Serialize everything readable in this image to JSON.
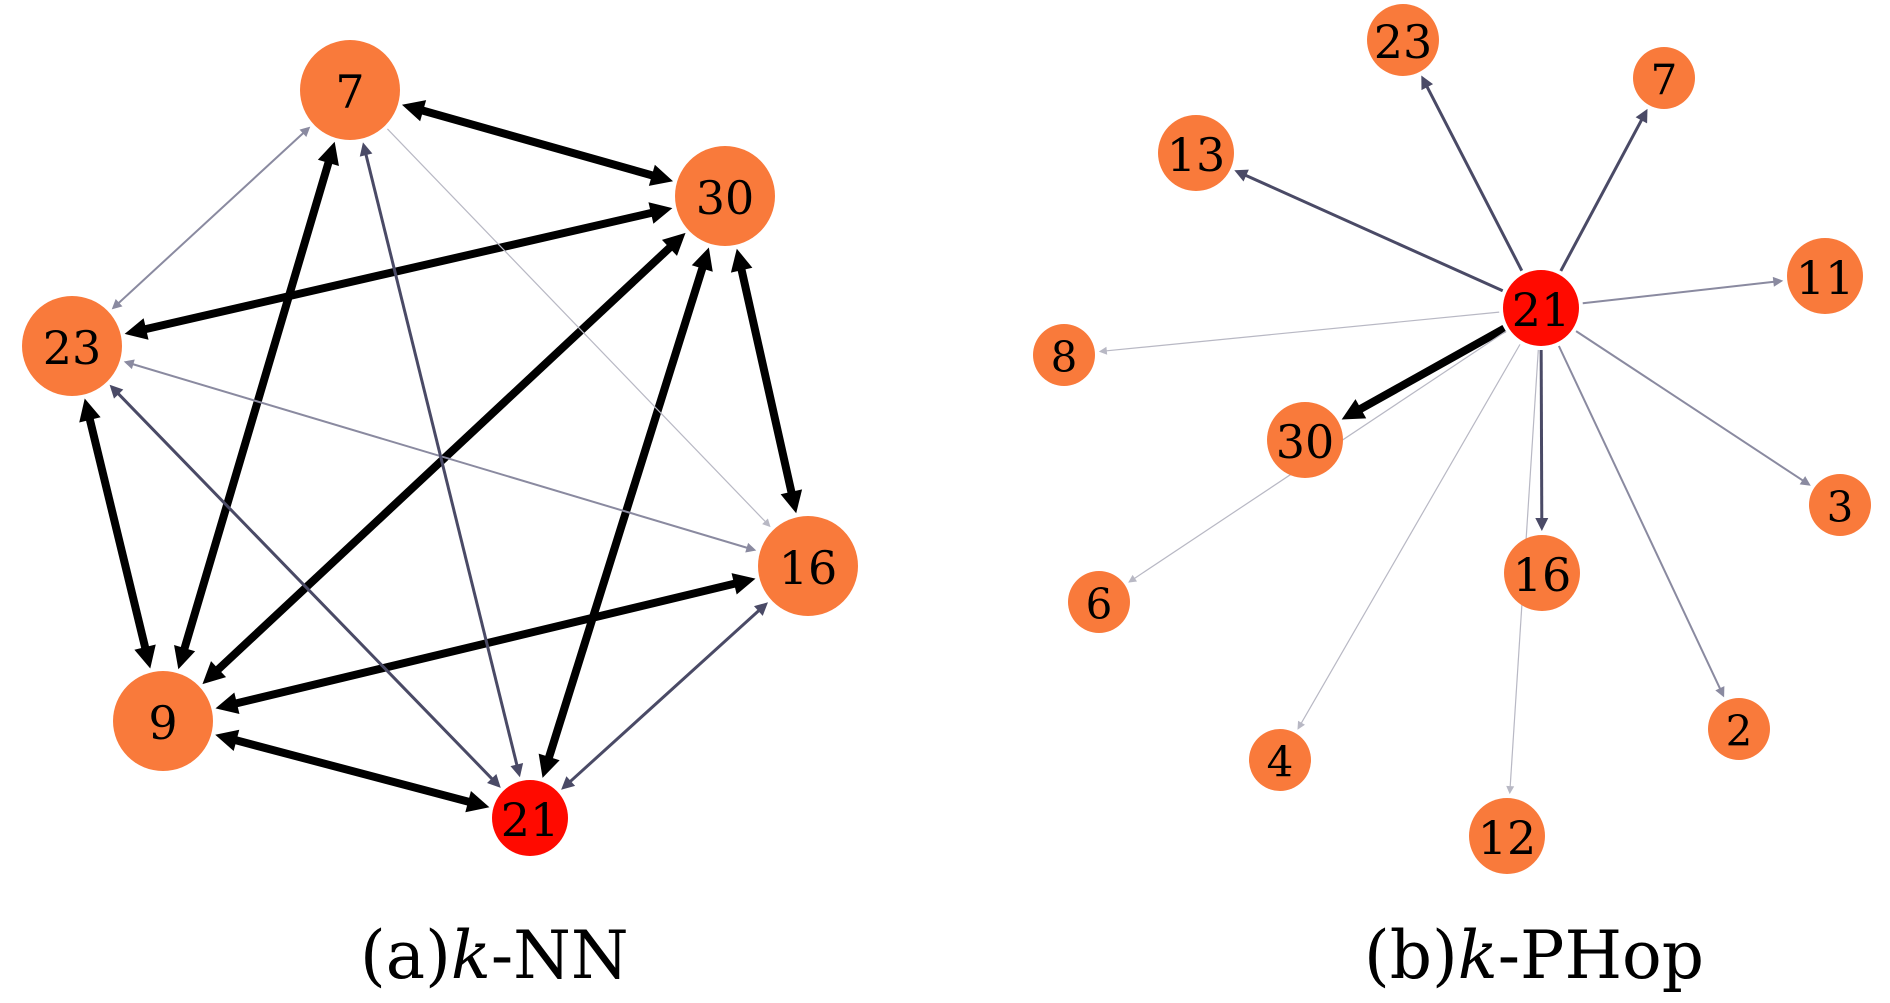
{
  "colors": {
    "node_default": "#F97A3B",
    "node_query": "#FF0A00",
    "edge_strong": "#000000",
    "edge_medium": "#4A4A66",
    "edge_weak": "#8A8AA0",
    "edge_faint": "#B8B8C4"
  },
  "panels": [
    {
      "id": "knn",
      "caption": {
        "prefix": "(a) ",
        "k": "k",
        "suffix": "-NN"
      },
      "nodes": [
        {
          "id": "7",
          "label": "7",
          "query": false
        },
        {
          "id": "30",
          "label": "30",
          "query": false
        },
        {
          "id": "23",
          "label": "23",
          "query": false
        },
        {
          "id": "16",
          "label": "16",
          "query": false
        },
        {
          "id": "9",
          "label": "9",
          "query": false
        },
        {
          "id": "21",
          "label": "21",
          "query": true
        }
      ],
      "edges": [
        {
          "from": "7",
          "to": "30",
          "style": "strong",
          "bidirectional": true
        },
        {
          "from": "23",
          "to": "30",
          "style": "strong",
          "bidirectional": true
        },
        {
          "from": "30",
          "to": "16",
          "style": "strong",
          "bidirectional": true
        },
        {
          "from": "9",
          "to": "30",
          "style": "strong",
          "bidirectional": true
        },
        {
          "from": "21",
          "to": "30",
          "style": "strong",
          "bidirectional": true
        },
        {
          "from": "9",
          "to": "7",
          "style": "strong",
          "bidirectional": true
        },
        {
          "from": "23",
          "to": "9",
          "style": "strong",
          "bidirectional": true
        },
        {
          "from": "9",
          "to": "16",
          "style": "strong",
          "bidirectional": true
        },
        {
          "from": "9",
          "to": "21",
          "style": "strong",
          "bidirectional": true
        },
        {
          "from": "7",
          "to": "23",
          "style": "weak",
          "bidirectional": true
        },
        {
          "from": "7",
          "to": "16",
          "style": "faint",
          "bidirectional": false
        },
        {
          "from": "23",
          "to": "16",
          "style": "weak",
          "bidirectional": true
        },
        {
          "from": "23",
          "to": "21",
          "style": "medium",
          "bidirectional": true
        },
        {
          "from": "7",
          "to": "21",
          "style": "medium",
          "bidirectional": true
        },
        {
          "from": "21",
          "to": "16",
          "style": "medium",
          "bidirectional": true
        }
      ]
    },
    {
      "id": "kphop",
      "caption": {
        "prefix": "(b) ",
        "k": "k",
        "suffix": "-PHop"
      },
      "nodes": [
        {
          "id": "21",
          "label": "21",
          "query": true
        },
        {
          "id": "23",
          "label": "23",
          "query": false
        },
        {
          "id": "7",
          "label": "7",
          "query": false
        },
        {
          "id": "13",
          "label": "13",
          "query": false
        },
        {
          "id": "11",
          "label": "11",
          "query": false
        },
        {
          "id": "8",
          "label": "8",
          "query": false
        },
        {
          "id": "30",
          "label": "30",
          "query": false
        },
        {
          "id": "3",
          "label": "3",
          "query": false
        },
        {
          "id": "6",
          "label": "6",
          "query": false
        },
        {
          "id": "16",
          "label": "16",
          "query": false
        },
        {
          "id": "2",
          "label": "2",
          "query": false
        },
        {
          "id": "4",
          "label": "4",
          "query": false
        },
        {
          "id": "12",
          "label": "12",
          "query": false
        }
      ],
      "edges": [
        {
          "from": "21",
          "to": "23",
          "style": "medium",
          "bidirectional": false
        },
        {
          "from": "21",
          "to": "7",
          "style": "medium",
          "bidirectional": false
        },
        {
          "from": "21",
          "to": "13",
          "style": "medium",
          "bidirectional": false
        },
        {
          "from": "21",
          "to": "11",
          "style": "weak",
          "bidirectional": false
        },
        {
          "from": "21",
          "to": "8",
          "style": "faint",
          "bidirectional": false
        },
        {
          "from": "21",
          "to": "30",
          "style": "strong",
          "bidirectional": false
        },
        {
          "from": "21",
          "to": "3",
          "style": "weak",
          "bidirectional": false
        },
        {
          "from": "21",
          "to": "6",
          "style": "faint",
          "bidirectional": false
        },
        {
          "from": "21",
          "to": "16",
          "style": "medium",
          "bidirectional": false
        },
        {
          "from": "21",
          "to": "2",
          "style": "weak",
          "bidirectional": false
        },
        {
          "from": "21",
          "to": "4",
          "style": "faint",
          "bidirectional": false
        },
        {
          "from": "21",
          "to": "12",
          "style": "faint",
          "bidirectional": false
        }
      ]
    }
  ]
}
